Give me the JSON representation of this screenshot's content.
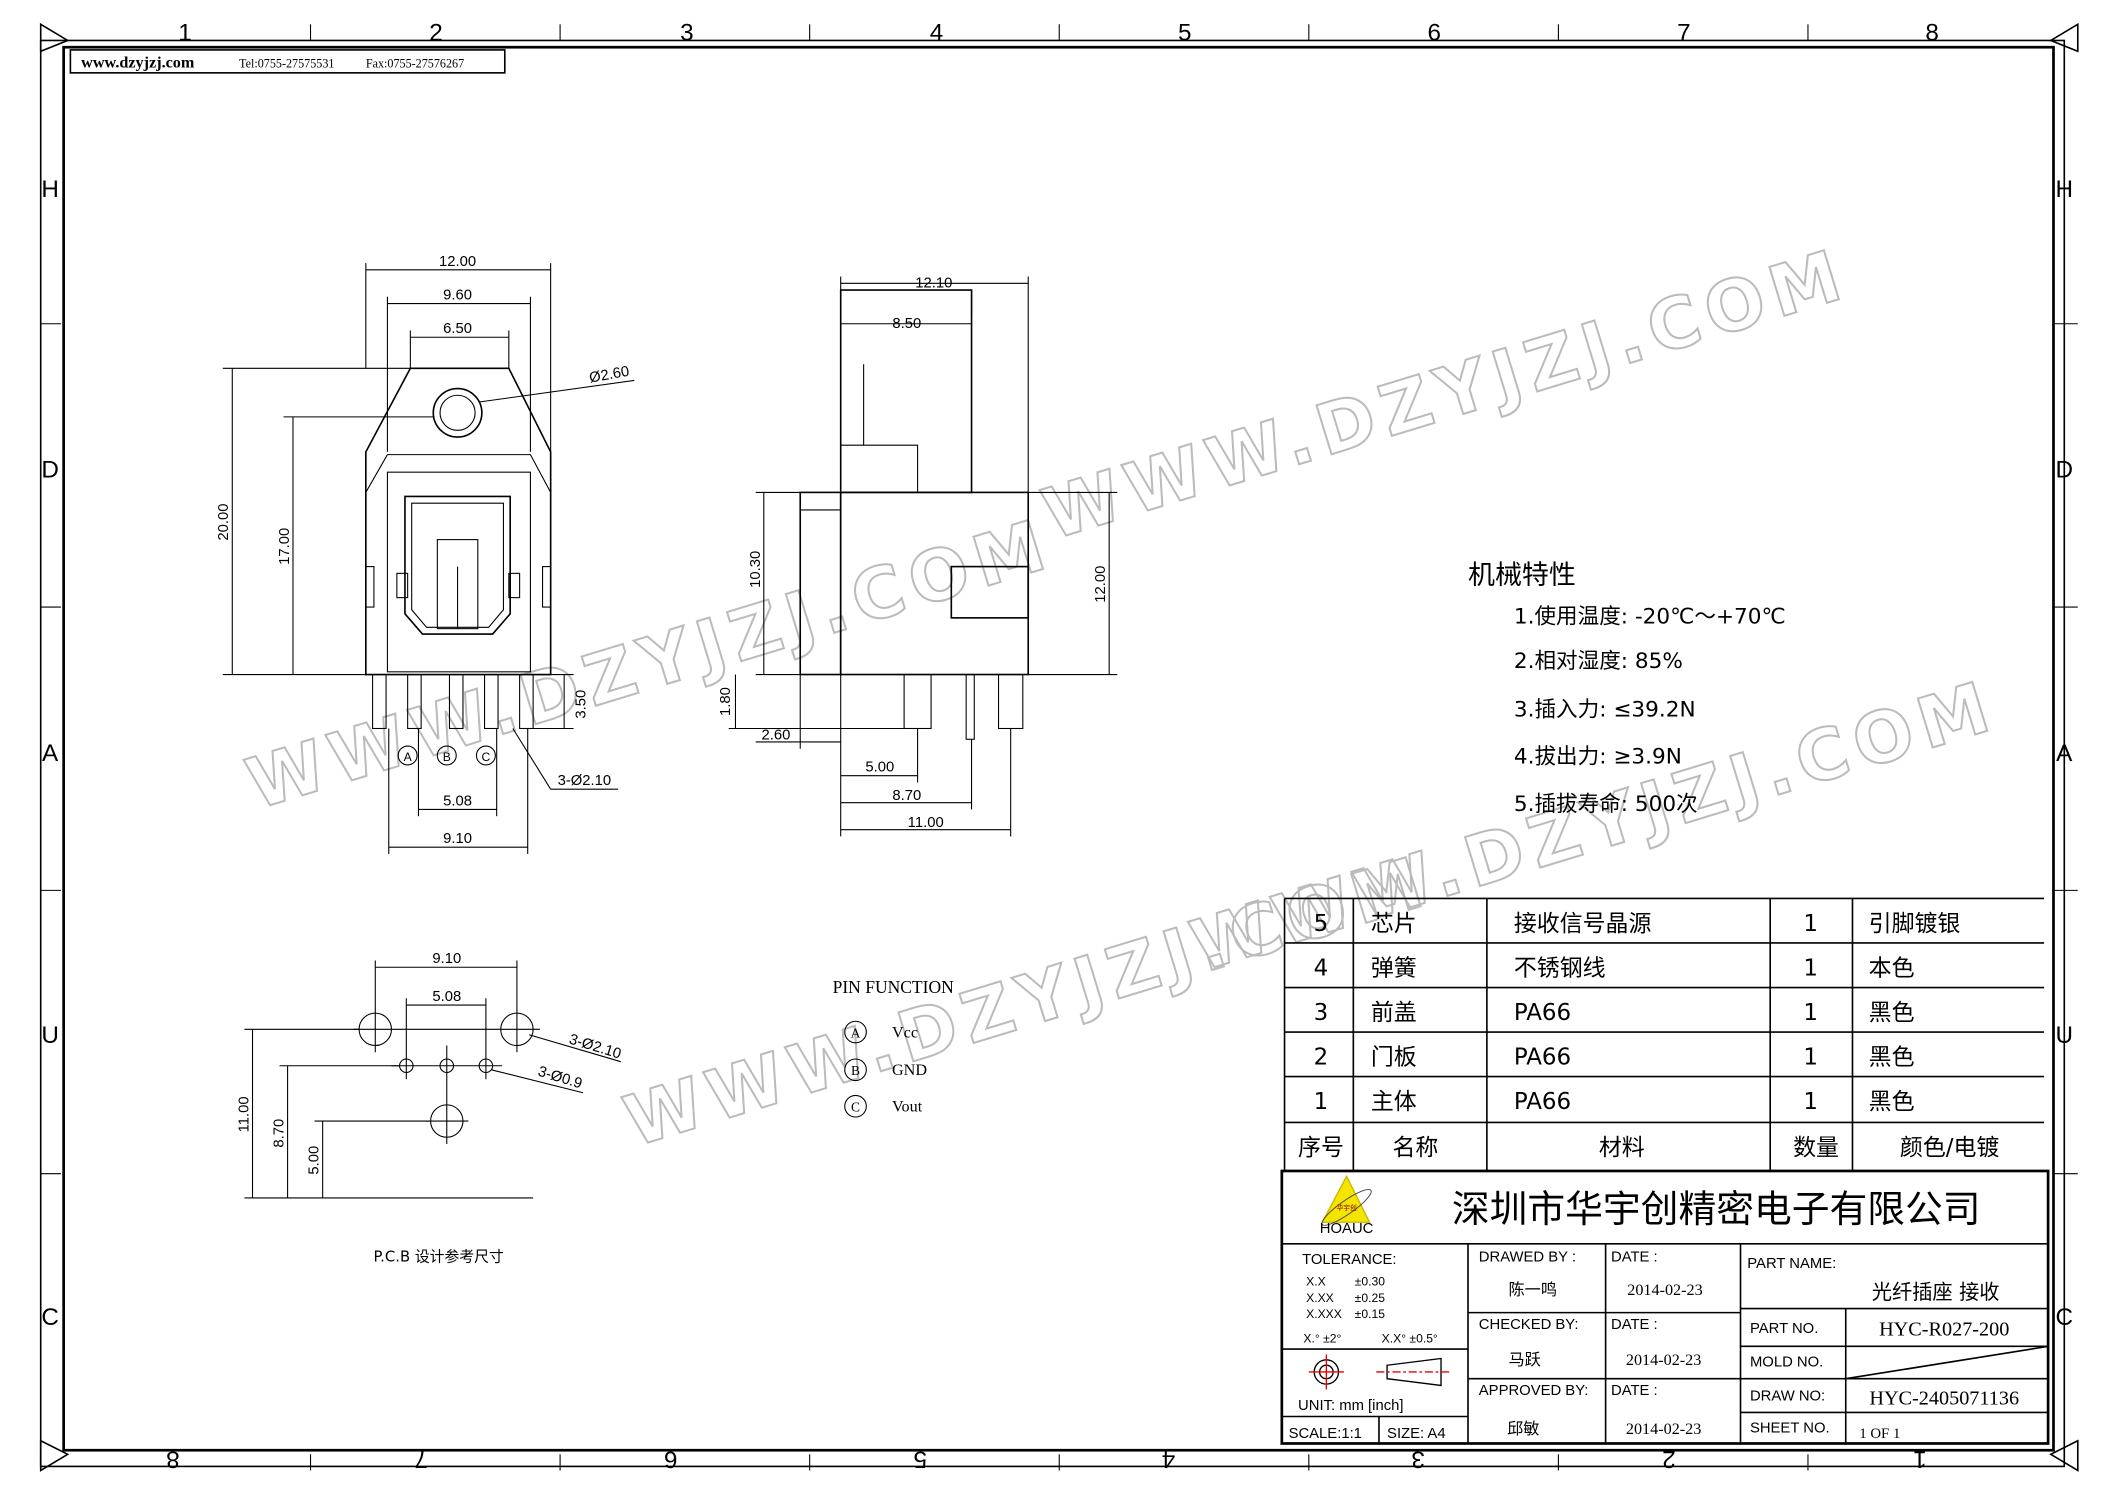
{
  "header": {
    "website": "www.dzyjzj.com",
    "tel": "Tel:0755-27575531",
    "fax": "Fax:0755-27576267"
  },
  "frame": {
    "columns_top": [
      "1",
      "2",
      "3",
      "4",
      "5",
      "6",
      "7",
      "8"
    ],
    "columns_bottom": [
      "8",
      "7",
      "6",
      "5",
      "4",
      "3",
      "2",
      "1"
    ],
    "rows": [
      "H",
      "D",
      "A",
      "U",
      "C"
    ]
  },
  "watermark": "WWW.DZYJZJ.COM",
  "front_view": {
    "dim_width": "12.00",
    "dim_inner": "9.60",
    "dim_top": "6.50",
    "dim_hole": "Ø2.60",
    "dim_height": "20.00",
    "dim_hole_height": "17.00",
    "dim_pin_len": "3.50",
    "pin_a": "A",
    "pin_b": "B",
    "pin_c": "C",
    "dim_pin_dia": "3-Ø2.10",
    "dim_pin_pitch": "5.08",
    "dim_peg_span": "9.10"
  },
  "side_view": {
    "dim_depth": "12.10",
    "dim_top_depth": "8.50",
    "dim_body_height": "10.30",
    "dim_total_height": "12.00",
    "dim_standoff": "1.80",
    "dim_flange": "2.60",
    "dim_pin1": "5.00",
    "dim_pin2": "8.70",
    "dim_pin3": "11.00"
  },
  "pcb": {
    "dim_span": "9.10",
    "dim_pitch": "5.08",
    "dim_11": "11.00",
    "dim_870": "8.70",
    "dim_500": "5.00",
    "dim_big_hole": "3-Ø2.10",
    "dim_small_hole": "3-Ø0.9",
    "caption": "P.C.B 设计参考尺寸"
  },
  "pin_function": {
    "title": "PIN FUNCTION",
    "pins": [
      {
        "mark": "A",
        "label": "Vcc"
      },
      {
        "mark": "B",
        "label": "GND"
      },
      {
        "mark": "C",
        "label": "Vout"
      }
    ]
  },
  "properties": {
    "title": "机械特性",
    "items": [
      "1.使用温度: -20℃～+70℃",
      "2.相对湿度: 85%",
      "3.插入力: ≤39.2N",
      "4.拔出力: ≥3.9N",
      "5.插拔寿命: 500次"
    ]
  },
  "bom": {
    "rows": [
      [
        "5",
        "芯片",
        "接收信号晶源",
        "1",
        "引脚镀银"
      ],
      [
        "4",
        "弹簧",
        "不锈钢线",
        "1",
        "本色"
      ],
      [
        "3",
        "前盖",
        "PA66",
        "1",
        "黑色"
      ],
      [
        "2",
        "门板",
        "PA66",
        "1",
        "黑色"
      ],
      [
        "1",
        "主体",
        "PA66",
        "1",
        "黑色"
      ]
    ],
    "headers": [
      "序号",
      "名称",
      "材料",
      "数量",
      "颜色/电镀"
    ]
  },
  "title_block": {
    "company": "深圳市华宇创精密电子有限公司",
    "logo_text": "HOAUC",
    "logo_cn": "华宇创",
    "tolerance_label": "TOLERANCE:",
    "tolerances": [
      [
        "X.X",
        "±0.30"
      ],
      [
        "X.XX",
        "±0.25"
      ],
      [
        "X.XXX",
        "±0.15"
      ]
    ],
    "angle_tol_1": "X.° ±2°",
    "angle_tol_2": "X.X° ±0.5°",
    "unit": "UNIT:  mm  [inch]",
    "scale": "SCALE:1:1",
    "size": "SIZE:  A4",
    "drawed_by_label": "DRAWED BY :",
    "drawed_by": "陈一鸣",
    "checked_by_label": "CHECKED BY:",
    "checked_by": "马跃",
    "approved_by_label": "APPROVED BY:",
    "approved_by": "邱敏",
    "date_label": "DATE :",
    "date1": "2014-02-23",
    "date2": "2014-02-23",
    "date3": "2014-02-23",
    "part_name_label": "PART NAME:",
    "part_name": "光纤插座 接收",
    "part_no_label": "PART NO.",
    "part_no": "HYC-R027-200",
    "mold_no_label": "MOLD NO.",
    "draw_no_label": "DRAW NO:",
    "draw_no": "HYC-2405071136",
    "sheet_no_label": "SHEET NO.",
    "sheet_no": "1 OF 1"
  }
}
